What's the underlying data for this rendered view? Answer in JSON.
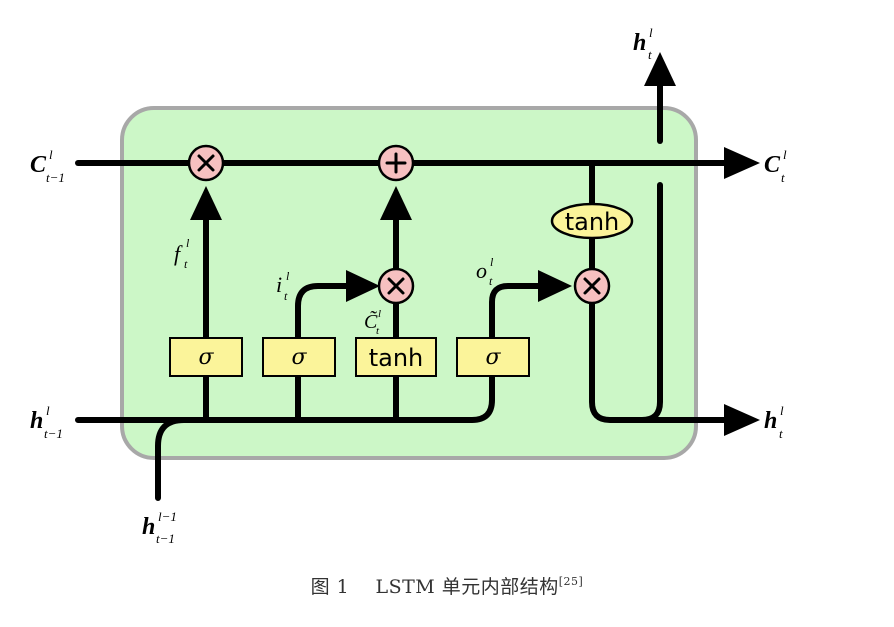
{
  "figure": {
    "caption_prefix": "图 1",
    "caption_text": "LSTM 单元内部结构",
    "caption_ref": "[25]",
    "colors": {
      "cell_fill": "#ccf7c7",
      "cell_border": "#a8a8a8",
      "op_fill": "#f6c0c0",
      "gate_fill": "#fbf49a"
    },
    "inputs": {
      "c_prev": {
        "main": "C",
        "sup": "l",
        "sub": "t−1"
      },
      "h_prev": {
        "main": "h",
        "sup": "l",
        "sub": "t−1"
      },
      "h_below": {
        "main": "h",
        "sup": "l−1",
        "sub": "t−1"
      }
    },
    "outputs": {
      "c_out": {
        "main": "C",
        "sup": "l",
        "sub": "t"
      },
      "h_out_right": {
        "main": "h",
        "sup": "l",
        "sub": "t"
      },
      "h_out_top": {
        "main": "h",
        "sup": "l",
        "sub": "t"
      }
    },
    "gates": [
      {
        "name": "forget-gate",
        "label": "σ"
      },
      {
        "name": "input-gate",
        "label": "σ"
      },
      {
        "name": "candidate-layer",
        "label": "tanh"
      },
      {
        "name": "output-gate",
        "label": "σ"
      }
    ],
    "cell_tanh": "tanh",
    "signals": {
      "f": {
        "main": "f",
        "sup": "l",
        "sub": "t"
      },
      "i": {
        "main": "i",
        "sup": "l",
        "sub": "t"
      },
      "c_tilde": {
        "main": "C̃",
        "sup": "l",
        "sub": "t"
      },
      "o": {
        "main": "o",
        "sup": "l",
        "sub": "t"
      }
    },
    "operators": {
      "forget_multiply": "×",
      "cell_add": "+",
      "input_multiply": "×",
      "output_multiply": "×"
    }
  }
}
